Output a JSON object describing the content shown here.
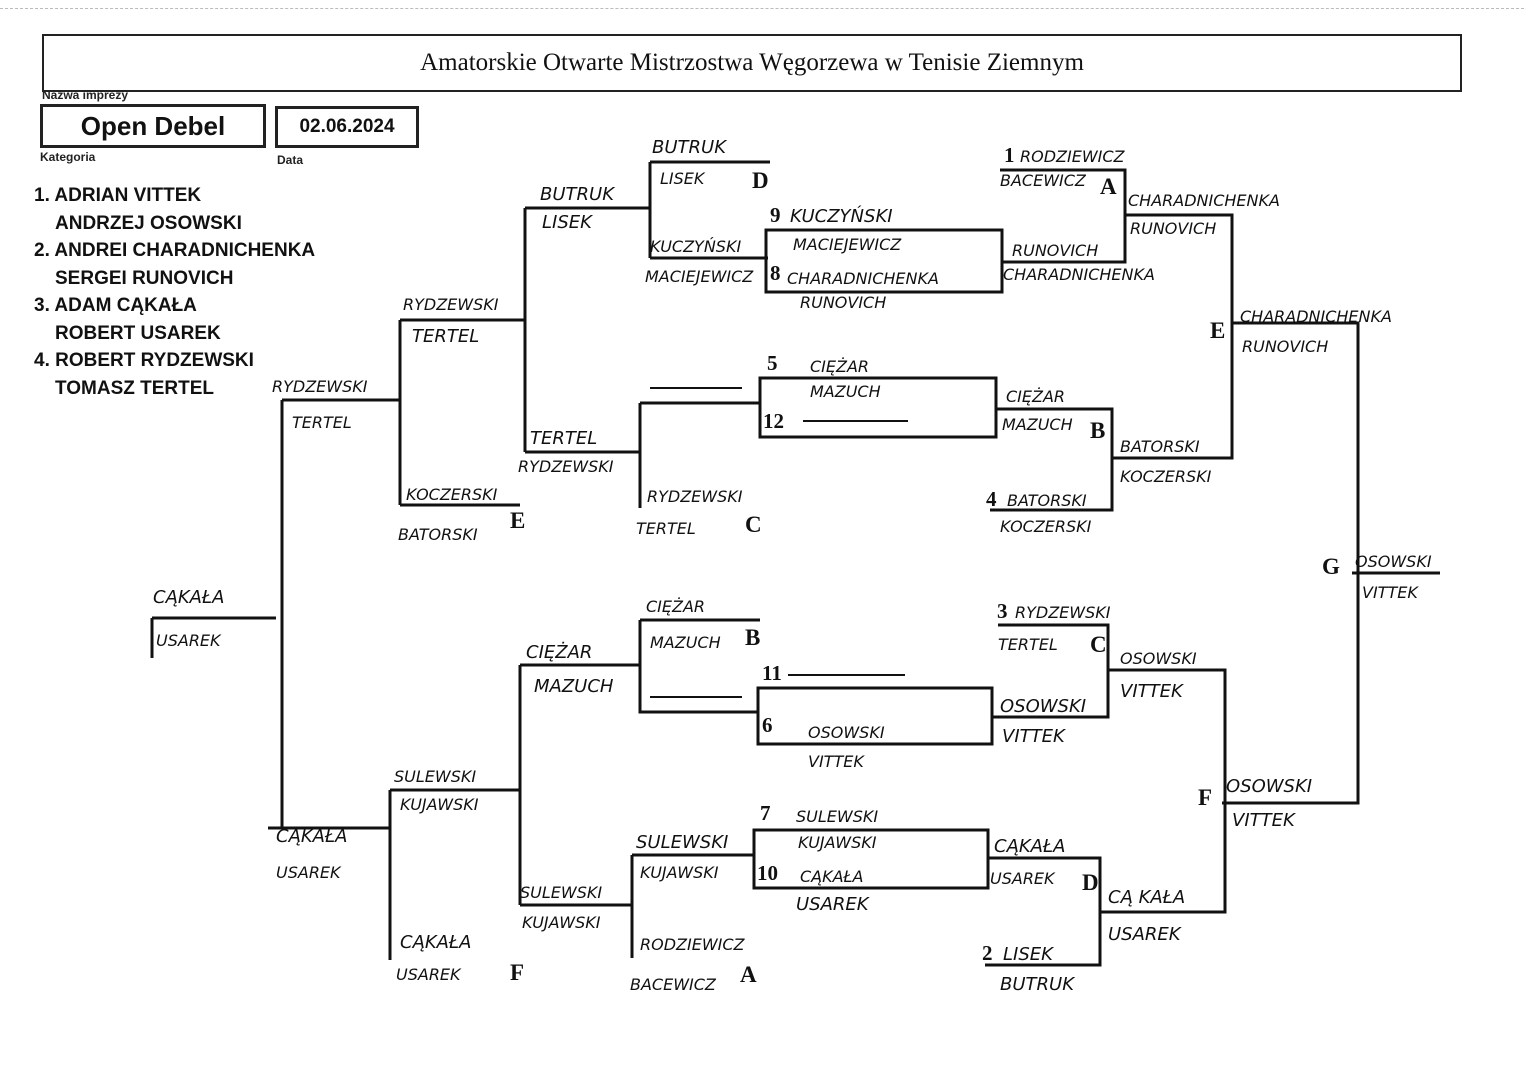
{
  "header": {
    "event_title": "Amatorskie Otwarte Mistrzostwa Węgorzewa w Tenisie Ziemnym",
    "event_label": "Nazwa imprezy",
    "category_value": "Open Debel",
    "category_label": "Kategoria",
    "date_value": "02.06.2024",
    "date_label": "Data"
  },
  "seeds": [
    {
      "first": "1. ADRIAN VITTEK",
      "second": "ANDRZEJ OSOWSKI"
    },
    {
      "first": "2. ANDREI CHARADNICHENKA",
      "second": "SERGEI  RUNOVICH"
    },
    {
      "first": "3. ADAM CĄKAŁA",
      "second": "ROBERT USAREK"
    },
    {
      "first": "4. ROBERT RYDZEWSKI",
      "second": "TOMASZ TERTEL"
    }
  ],
  "bracket": {
    "labels": [
      "BUTRUK",
      "LISEK",
      "D",
      "1",
      "RODZIEWICZ",
      "BACEWICZ",
      "A",
      "BUTRUK",
      "LISEK",
      "9",
      "KUCZYŃSKI",
      "MACIEJEWICZ",
      "KUCZYŃSKI",
      "MACIEJEWICZ",
      "8",
      "CHARADNICHENKA",
      "RUNOVICH",
      "RUNOVICH",
      "CHARADNICHENKA",
      "CHARADNICHENKA",
      "RUNOVICH",
      "RYDZEWSKI",
      "TERTEL",
      "CHARADNICHENKA",
      "RUNOVICH",
      "E",
      "5",
      "CIĘŻAR",
      "MAZUCH",
      "12",
      "CIĘŻAR",
      "MAZUCH",
      "B",
      "RYDZEWSKI",
      "TERTEL",
      "TERTEL",
      "RYDZEWSKI",
      "BATORSKI",
      "KOCZERSKI",
      "KOCZERSKI",
      "BATORSKI",
      "E",
      "RYDZEWSKI",
      "TERTEL",
      "C",
      "4",
      "BATORSKI",
      "KOCZERSKI",
      "CĄKAŁA",
      "USAREK",
      "G",
      "OSOWSKI",
      "VITTEK",
      "CIĘŻAR",
      "MAZUCH",
      "B",
      "3",
      "RYDZEWSKI",
      "TERTEL",
      "C",
      "CIĘŻAR",
      "MAZUCH",
      "OSOWSKI",
      "VITTEK",
      "11",
      "OSOWSKI",
      "VITTEK",
      "6",
      "OSOWSKI",
      "VITTEK",
      "SULEWSKI",
      "KUJAWSKI",
      "OSOWSKI",
      "VITTEK",
      "F",
      "CĄKAŁA",
      "USAREK",
      "7",
      "SULEWSKI",
      "KUJAWSKI",
      "SULEWSKI",
      "KUJAWSKI",
      "CĄKAŁA",
      "USAREK",
      "D",
      "10",
      "CĄKAŁA",
      "USAREK",
      "SULEWSKI",
      "KUJAWSKI",
      "CĄ KAŁA",
      "USAREK",
      "CĄKAŁA",
      "USAREK",
      "F",
      "RODZIEWICZ",
      "BACEWICZ",
      "A",
      "2",
      "LISEK",
      "BUTRUK"
    ]
  }
}
